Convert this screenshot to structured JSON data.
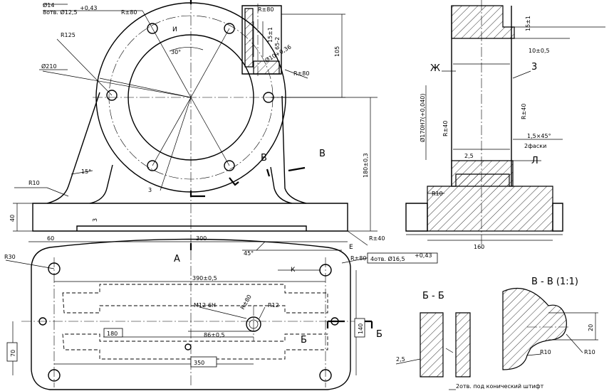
{
  "labels": {
    "holes_top": "8отв. Ø12,5",
    "holes_top_tol": "+0,43",
    "holes_top_dia": "Ø14",
    "r80_top": "R±80",
    "mark_i": "И",
    "r80_boss": "R±80",
    "r125": "R125",
    "ang30": "30°",
    "d210": "Ø210",
    "mark_d": "Ж",
    "mark_3_left": "3",
    "r80_right": "R±80",
    "dim105": "105",
    "dim15": "15±1",
    "dim65": "65-2",
    "dim10": "Ø10+0,36",
    "dim180": "180±0,3",
    "mark_b1": "В",
    "mark_b2": "В",
    "ang15": "15°",
    "r10_left": "R10",
    "dim40": "40",
    "dim3": "3",
    "dim60": "60",
    "dim300": "300",
    "mark_a": "А",
    "ang45": "45°",
    "r40_base": "R±40",
    "mark_e": "Е",
    "r30": "R30",
    "r80_base": "R±80",
    "holes_base": "4отв. Ø16,5",
    "holes_base_tol": "+0,43",
    "mark_k": "К",
    "dim390": "390±0,5",
    "m12": "M12-6H",
    "r80_m": "R±80",
    "r12": "R12",
    "dim180b": "180",
    "dim86": "86±0,5",
    "dim140": "140",
    "mark_b_sec": "Б",
    "mark_b_sec2": "Б",
    "dim70": "70",
    "dim350": "350",
    "dim15r": "15±1",
    "dim10r": "10±0,5",
    "dim170": "Ø170H7(+0,040)",
    "mark_zh_r": "Ж",
    "mark_3_r": "3",
    "r40_r1": "R±40",
    "r40_r2": "R±40",
    "chamfer": "1,5×45°",
    "chamfer2": "2фаски",
    "mark_l": "Л",
    "dim25": "2,5",
    "r10_r": "R10",
    "dim160": "160",
    "sec_bb": "Б - Б",
    "sec_vv": "В - В (1:1)",
    "dim25b": "2,5",
    "dim20": "20",
    "r10_v1": "R10",
    "r10_v2": "R10",
    "pin_note": "2отв. под конический штифт",
    "circ3": "3"
  }
}
